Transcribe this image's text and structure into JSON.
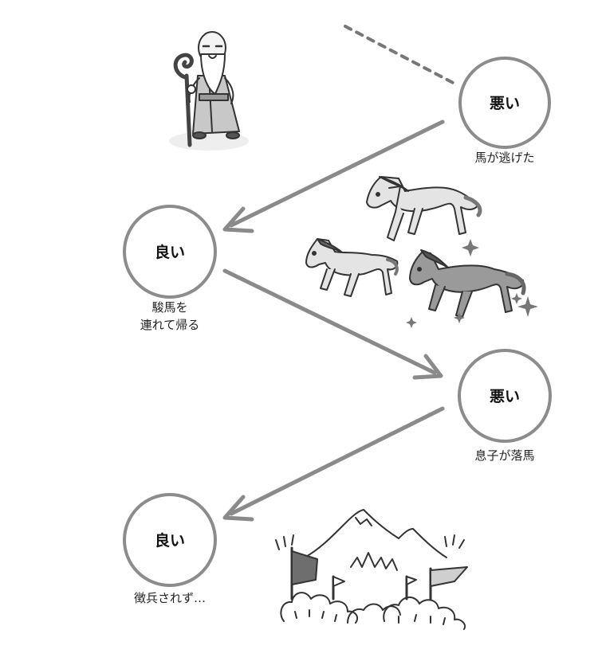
{
  "nodes": [
    {
      "label": "悪い",
      "caption_lines": [
        "馬が逃げた"
      ]
    },
    {
      "label": "良い",
      "caption_lines": [
        "駿馬を",
        "連れて帰る"
      ]
    },
    {
      "label": "悪い",
      "caption_lines": [
        "息子が落馬"
      ]
    },
    {
      "label": "良い",
      "caption_lines": [
        "徴兵されず…"
      ]
    }
  ],
  "illustrations": [
    "old-man-with-staff",
    "three-horses-with-sparkles",
    "mountain-battlefield-with-flags"
  ],
  "colors": {
    "stroke": "#8c8c8c",
    "arrow": "#8a8a8a",
    "horse_light": "#e4e4e4",
    "horse_dark": "#9a9a9a",
    "flag_dark": "#6e6e6e",
    "ground": "#eeeeee"
  }
}
